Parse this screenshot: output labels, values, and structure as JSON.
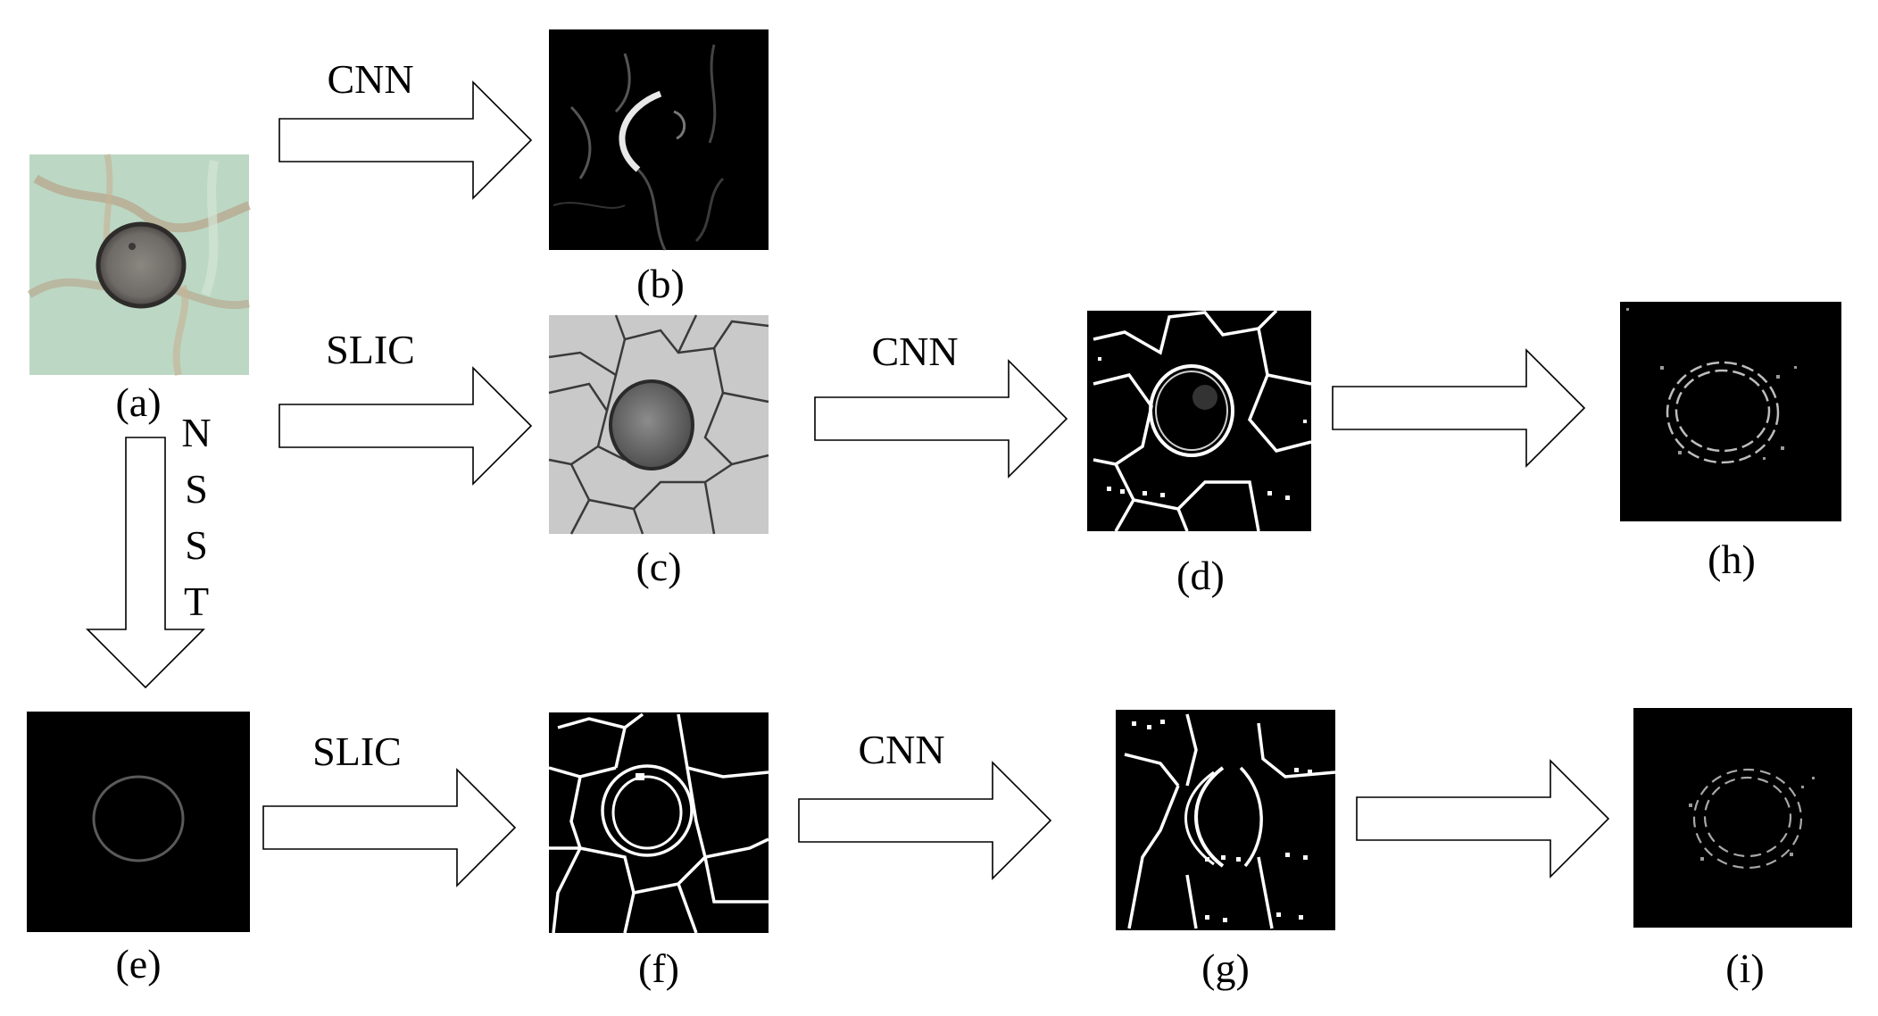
{
  "panels": {
    "a": "(a)",
    "b": "(b)",
    "c": "(c)",
    "d": "(d)",
    "e": "(e)",
    "f": "(f)",
    "g": "(g)",
    "h": "(h)",
    "i": "(i)"
  },
  "arrows": {
    "a_to_b": "CNN",
    "a_to_c": "SLIC",
    "c_to_d": "CNN",
    "e_to_f": "SLIC",
    "f_to_g": "CNN",
    "a_to_e": [
      "N",
      "S",
      "S",
      "T"
    ]
  },
  "colors": {
    "background": "#ffffff",
    "photo_bg": "#bcd8c4",
    "result_bg": "#000000",
    "slic_gray": "#c9c9c9",
    "edge": "#ffffff"
  }
}
